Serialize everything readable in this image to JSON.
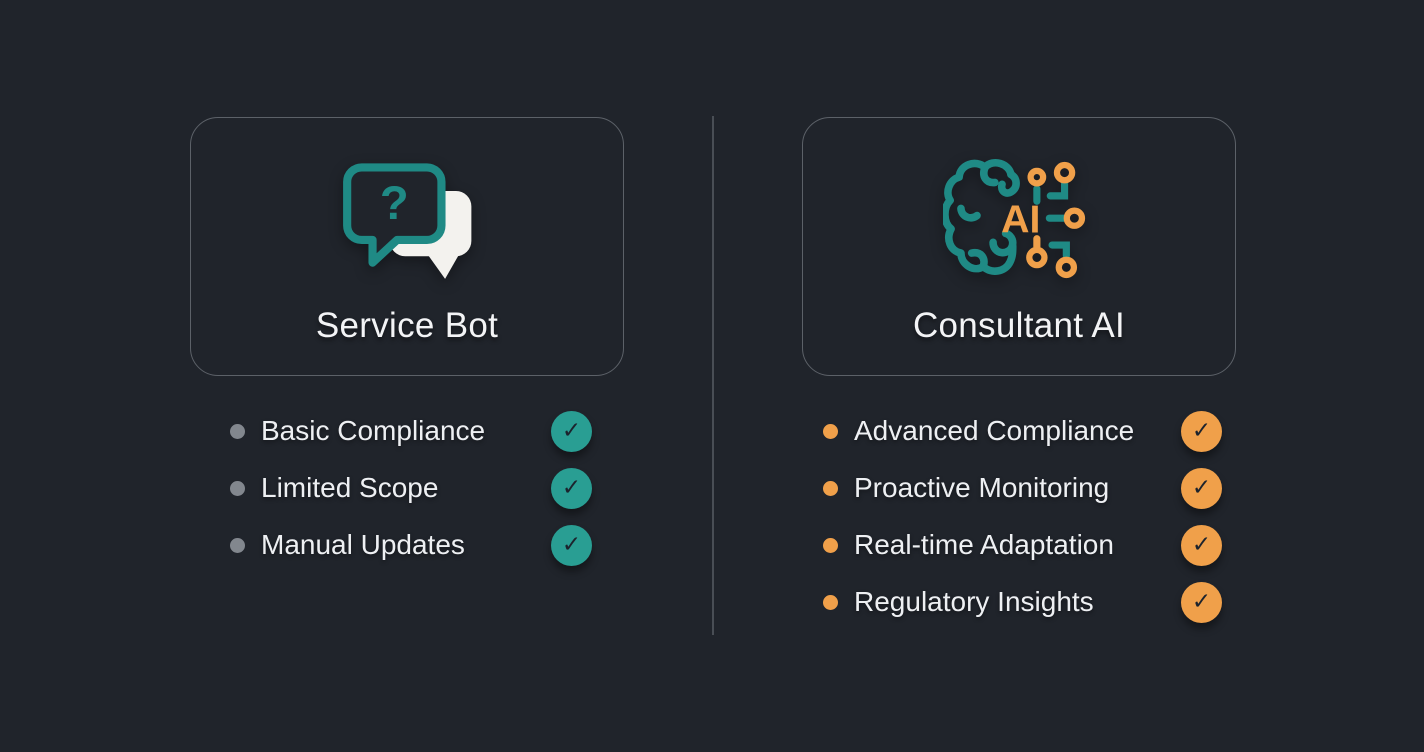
{
  "page": {
    "background": "#20242b",
    "divider_color": "#51565d",
    "text_color": "#eef0f3"
  },
  "icons": {
    "check_glyph": "✓",
    "left_icon": "chat-bubbles-icon",
    "right_icon": "ai-brain-circuit-icon"
  },
  "columns": [
    {
      "title": "Service Bot",
      "accent_color": "#1f8a85",
      "badge_color": "#299e93",
      "bullet_color": "#82878e",
      "features": [
        "Basic Compliance",
        "Limited Scope",
        "Manual Updates"
      ]
    },
    {
      "title": "Consultant AI",
      "accent_color": "#f0a04a",
      "badge_color": "#f0a04a",
      "bullet_color": "#f0a04a",
      "features": [
        "Advanced Compliance",
        "Proactive Monitoring",
        "Real-time Adaptation",
        "Regulatory Insights"
      ]
    }
  ]
}
